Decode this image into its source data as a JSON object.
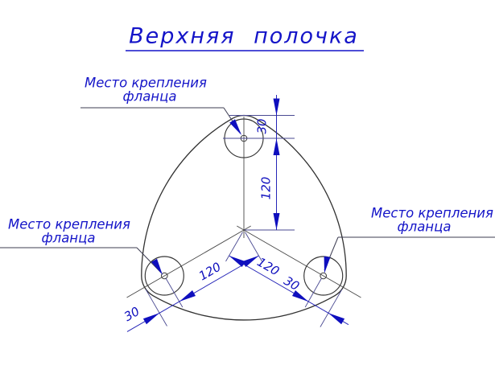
{
  "title": {
    "text": "Верхняя полочка"
  },
  "labels": {
    "top": {
      "line1": "Место крепления",
      "line2": "фланца"
    },
    "left": {
      "line1": "Место крепления",
      "line2": "фланца"
    },
    "right": {
      "line1": "Место крепления",
      "line2": "фланца"
    }
  },
  "dims": {
    "top_offset": "30",
    "top_radius": "120",
    "left_radius": "120",
    "left_offset": "30",
    "right_radius": "120",
    "right_offset": "30"
  },
  "colors": {
    "dimension_blue": "#0f0fbe",
    "label_blue": "#1414c8",
    "drawing_black": "#313131"
  }
}
